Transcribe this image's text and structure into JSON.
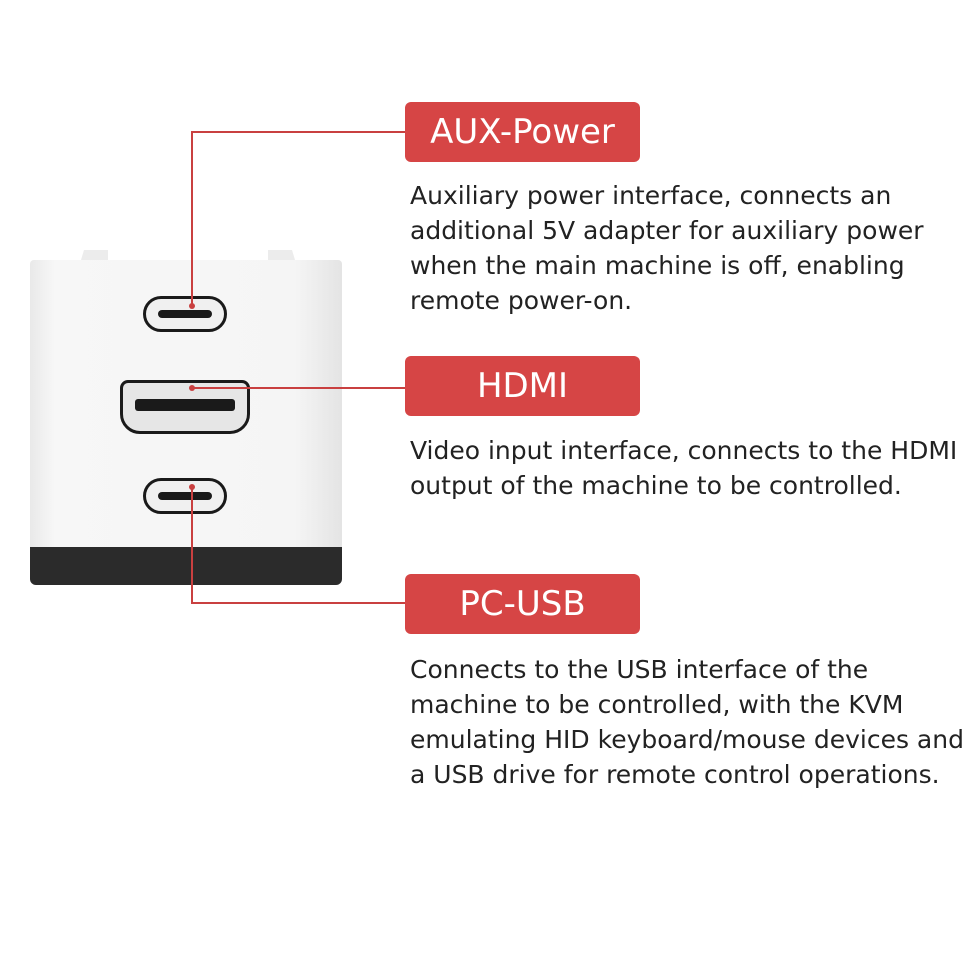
{
  "colors": {
    "accent": "#d64545",
    "leader": "#c94040",
    "text": "#222222",
    "device_body": "#f5f5f5",
    "device_base": "#2b2b2b"
  },
  "labels": [
    {
      "title": "AUX-Power",
      "description": "Auxiliary power interface, connects an additional 5V adapter for auxiliary power when the main machine is off, enabling remote power-on."
    },
    {
      "title": "HDMI",
      "description": "Video input interface, connects to the HDMI output of the machine to be controlled."
    },
    {
      "title": "PC-USB",
      "description": "Connects to the USB interface of the machine to be controlled, with the KVM emulating HID keyboard/mouse devices and a USB drive for remote control operations."
    }
  ]
}
